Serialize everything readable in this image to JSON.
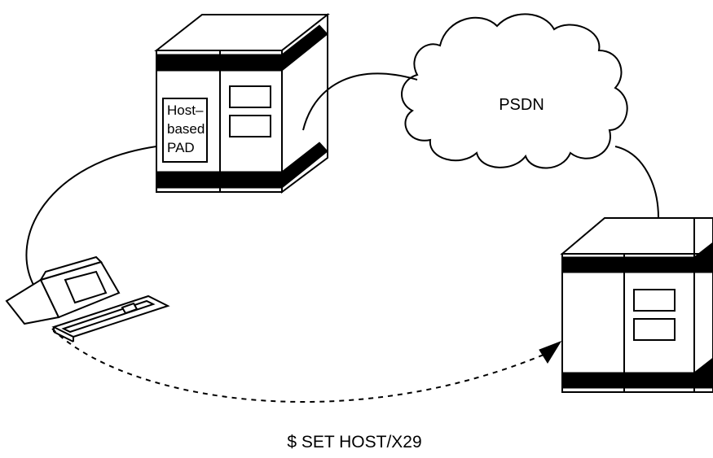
{
  "diagram": {
    "network_label": "PSDN",
    "pad_label_lines": [
      "Host–",
      "based",
      "PAD"
    ],
    "command_label": "$ SET HOST/X29"
  },
  "colors": {
    "stroke": "#000000",
    "background": "#ffffff"
  }
}
